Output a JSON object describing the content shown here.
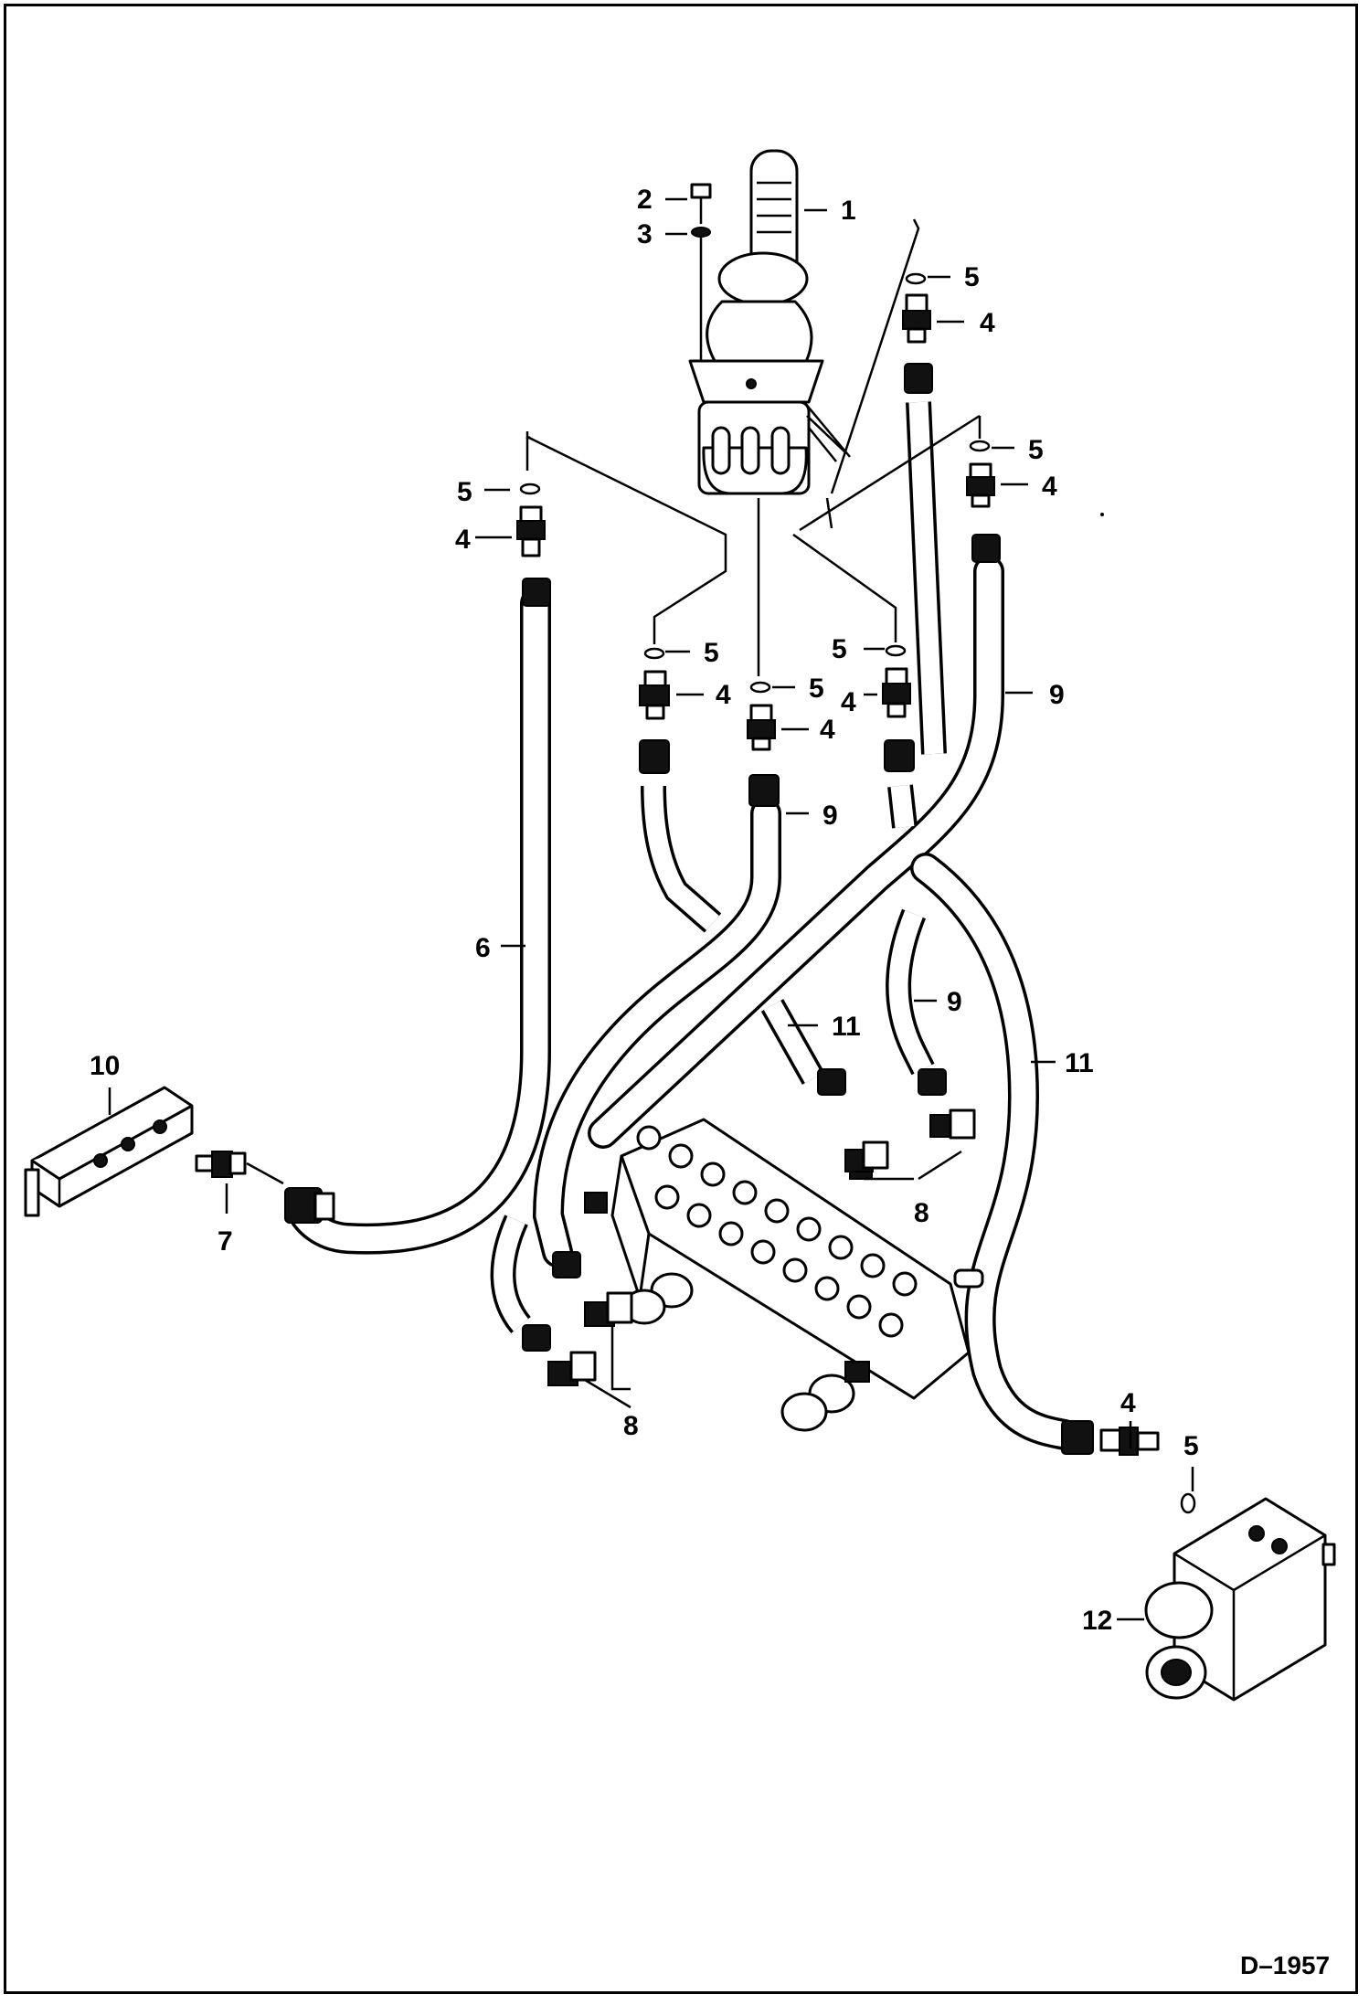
{
  "figure": {
    "document_id": "D–1957"
  },
  "callouts": [
    {
      "id": "c1",
      "text": "1"
    },
    {
      "id": "c2",
      "text": "2"
    },
    {
      "id": "c3",
      "text": "3"
    },
    {
      "id": "c4a",
      "text": "4"
    },
    {
      "id": "c4b",
      "text": "4"
    },
    {
      "id": "c4c",
      "text": "4"
    },
    {
      "id": "c4d",
      "text": "4"
    },
    {
      "id": "c4e",
      "text": "4"
    },
    {
      "id": "c4f",
      "text": "4"
    },
    {
      "id": "c4g",
      "text": "4"
    },
    {
      "id": "c5a",
      "text": "5"
    },
    {
      "id": "c5b",
      "text": "5"
    },
    {
      "id": "c5c",
      "text": "5"
    },
    {
      "id": "c5d",
      "text": "5"
    },
    {
      "id": "c5e",
      "text": "5"
    },
    {
      "id": "c5f",
      "text": "5"
    },
    {
      "id": "c5g",
      "text": "5"
    },
    {
      "id": "c6",
      "text": "6"
    },
    {
      "id": "c7",
      "text": "7"
    },
    {
      "id": "c8a",
      "text": "8"
    },
    {
      "id": "c8b",
      "text": "8"
    },
    {
      "id": "c9a",
      "text": "9"
    },
    {
      "id": "c9b",
      "text": "9"
    },
    {
      "id": "c9c",
      "text": "9"
    },
    {
      "id": "c10",
      "text": "10"
    },
    {
      "id": "c11a",
      "text": "11"
    },
    {
      "id": "c11b",
      "text": "11"
    },
    {
      "id": "c12",
      "text": "12"
    }
  ]
}
